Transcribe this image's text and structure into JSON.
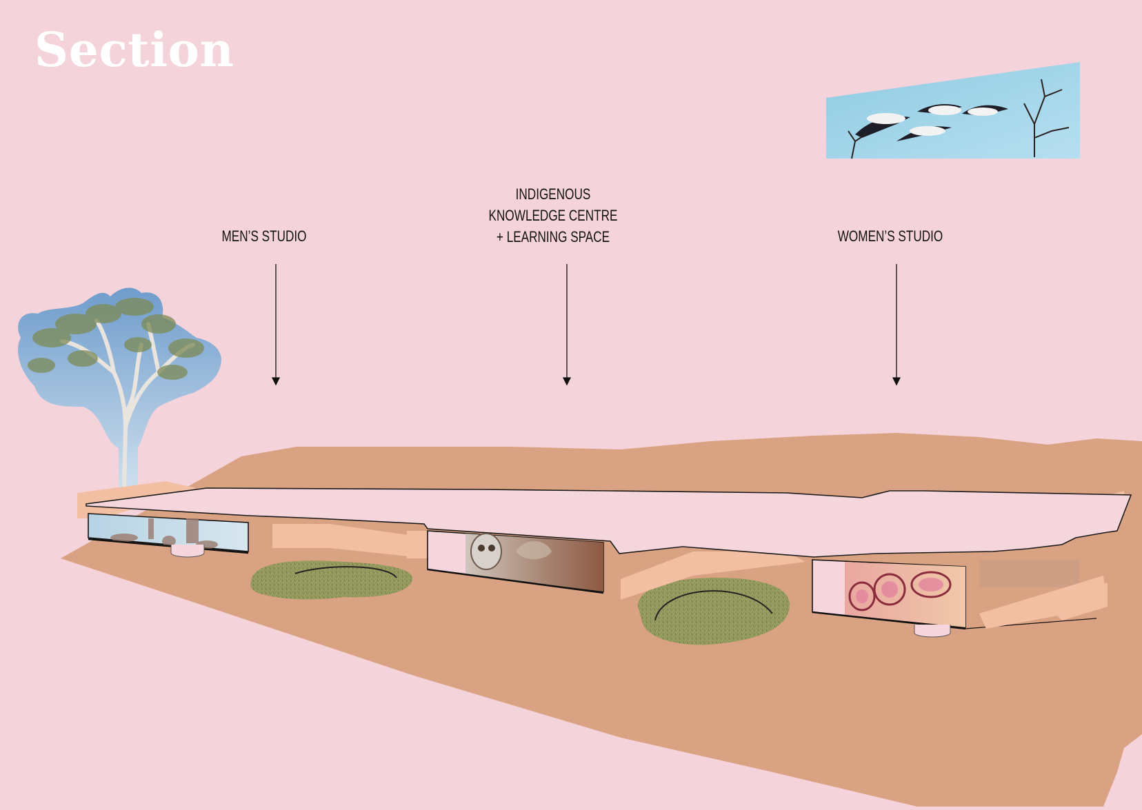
{
  "title": "Section",
  "labels": {
    "mens_studio": "MEN’S STUDIO",
    "ikc_line1": "INDIGENOUS",
    "ikc_line2": "KNOWLEDGE CENTRE",
    "ikc_line3": "+ LEARNING SPACE",
    "womens_studio": "WOMEN’S STUDIO"
  },
  "colors": {
    "background": "#f4d3da",
    "ground": "#d9a283",
    "roof": "#f6d6dd",
    "wall_accent": "#f3bfa3",
    "grass": "#8f955a",
    "sky": "#9fc3e2",
    "text": "#111111"
  },
  "icons": [
    "eucalyptus-tree-image",
    "pelican-painting-image",
    "arrow-down-icon"
  ]
}
